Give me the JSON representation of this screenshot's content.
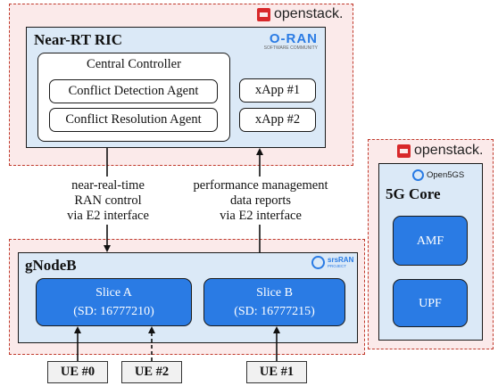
{
  "openstack_top": {
    "label": "openstack."
  },
  "openstack_right": {
    "label": "openstack."
  },
  "ric": {
    "title": "Near-RT RIC",
    "oran_logo": "O-RAN",
    "oran_sub": "SOFTWARE COMMUNITY",
    "central_controller": "Central Controller",
    "conflict_detection": "Conflict Detection Agent",
    "conflict_resolution": "Conflict Resolution Agent",
    "xapp1": "xApp #1",
    "xapp2": "xApp #2"
  },
  "core": {
    "logo": "Open5GS",
    "title": "5G Core",
    "amf": "AMF",
    "upf": "UPF"
  },
  "control_caption": [
    "near-real-time",
    "RAN control",
    "via E2 interface"
  ],
  "report_caption": [
    "performance management",
    "data reports",
    "via E2 interface"
  ],
  "gnb": {
    "title": "gNodeB",
    "logo": "srsRAN",
    "logo_sub": "PROJECT",
    "slice_a": {
      "name": "Slice A",
      "sd": "(SD: 16777210)"
    },
    "slice_b": {
      "name": "Slice B",
      "sd": "(SD: 16777215)"
    }
  },
  "ues": {
    "ue0": "UE #0",
    "ue2": "UE #2",
    "ue1": "UE #1"
  }
}
